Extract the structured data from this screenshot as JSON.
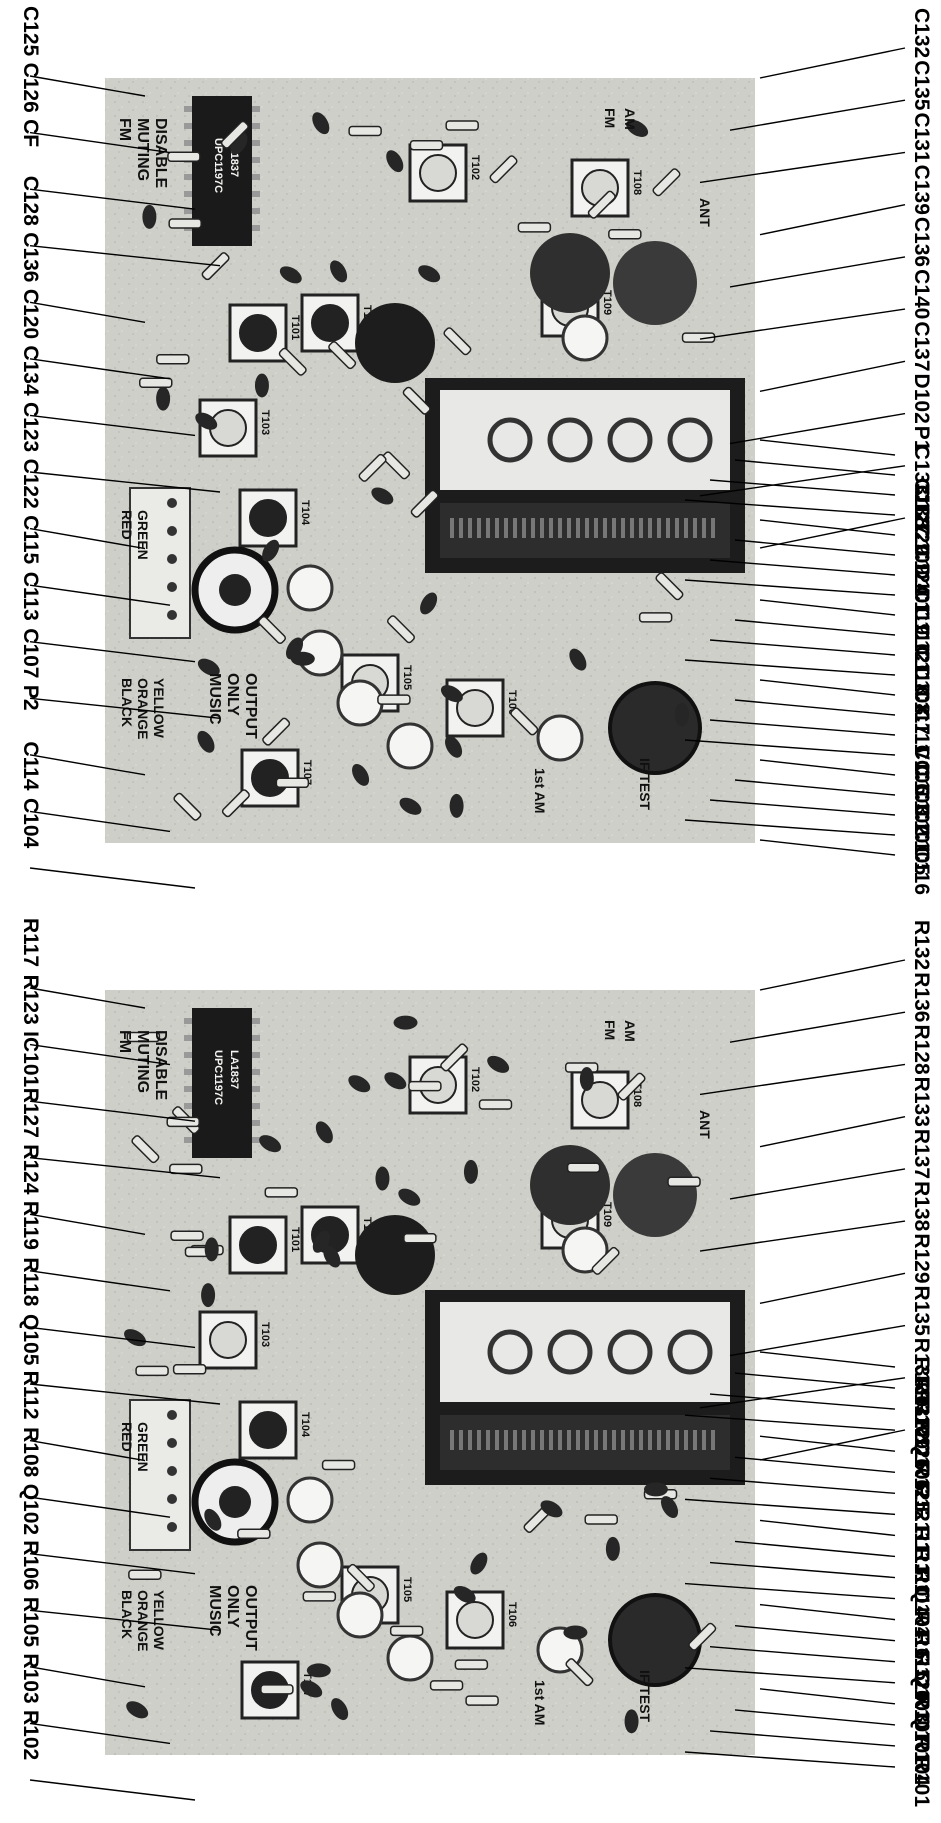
{
  "panels": [
    {
      "id": "top",
      "callouts": {
        "left": [
          "C125",
          "C126",
          "CF",
          "C128",
          "C136",
          "C120",
          "C134",
          "C123",
          "C122",
          "C115",
          "C113",
          "C107",
          "P2",
          "C114",
          "C104"
        ],
        "right_top": [
          "C132",
          "C135",
          "C131",
          "C139",
          "C136",
          "C140",
          "C137",
          "D102",
          "P1",
          "C138"
        ],
        "bottom": [
          "C133",
          "J1",
          "C127",
          "C129",
          "C109",
          "C124",
          "D101",
          "C119",
          "C110",
          "C121",
          "C118",
          "C108",
          "C117",
          "C111",
          "VC",
          "C106",
          "C103",
          "C102",
          "C101",
          "C105",
          "C116"
        ]
      },
      "silkscreen": {
        "muting": [
          "FM",
          "MUTING",
          "DISABLE"
        ],
        "wire_colors_a": [
          "RED",
          "GREEN"
        ],
        "wire_colors_b": [
          "BLACK",
          "ORANGE",
          "YELLOW"
        ],
        "music": [
          "MUSIC",
          "ONLY",
          "OUTPUT"
        ],
        "ic_text": [
          "UPC1197C",
          "LA1837"
        ],
        "coil_labels": [
          "T101",
          "T102",
          "T103",
          "T104",
          "T105",
          "T106",
          "T107",
          "T108",
          "T109",
          "T110"
        ],
        "band_labels": [
          "FM",
          "AM",
          "ANT",
          "1st AM",
          "IF/TEST"
        ]
      }
    },
    {
      "id": "bottom",
      "callouts": {
        "left": [
          "R117",
          "R123",
          "IC101",
          "R127",
          "R124",
          "R119",
          "R118",
          "Q105",
          "R112",
          "R108",
          "Q102",
          "R106",
          "R105",
          "R103",
          "R102"
        ],
        "right_top": [
          "R132",
          "R136",
          "R128",
          "R133",
          "R137",
          "R138",
          "R129",
          "R135",
          "R134",
          "R122"
        ],
        "bottom": [
          "R130",
          "R131",
          "R109",
          "R126",
          "Q106",
          "R125",
          "R121",
          "R111",
          "R113",
          "R110",
          "R114",
          "Q104",
          "R116",
          "R115",
          "R120",
          "Q103",
          "R107",
          "Q101",
          "R104",
          "R101"
        ]
      },
      "silkscreen": {
        "muting": [
          "FM",
          "MUTING",
          "DISABLE"
        ],
        "wire_colors_a": [
          "RED",
          "GREEN"
        ],
        "wire_colors_b": [
          "BLACK",
          "ORANGE",
          "YELLOW"
        ],
        "music": [
          "MUSIC",
          "ONLY",
          "OUTPUT"
        ],
        "ic_text": [
          "UPC1197C",
          "LA1837"
        ],
        "coil_labels": [
          "T101",
          "T102",
          "T103",
          "T104",
          "T105",
          "T106",
          "T107",
          "T108",
          "T109",
          "T110"
        ],
        "band_labels": [
          "FM",
          "AM",
          "ANT",
          "1st AM",
          "IF/TEST"
        ]
      }
    }
  ]
}
